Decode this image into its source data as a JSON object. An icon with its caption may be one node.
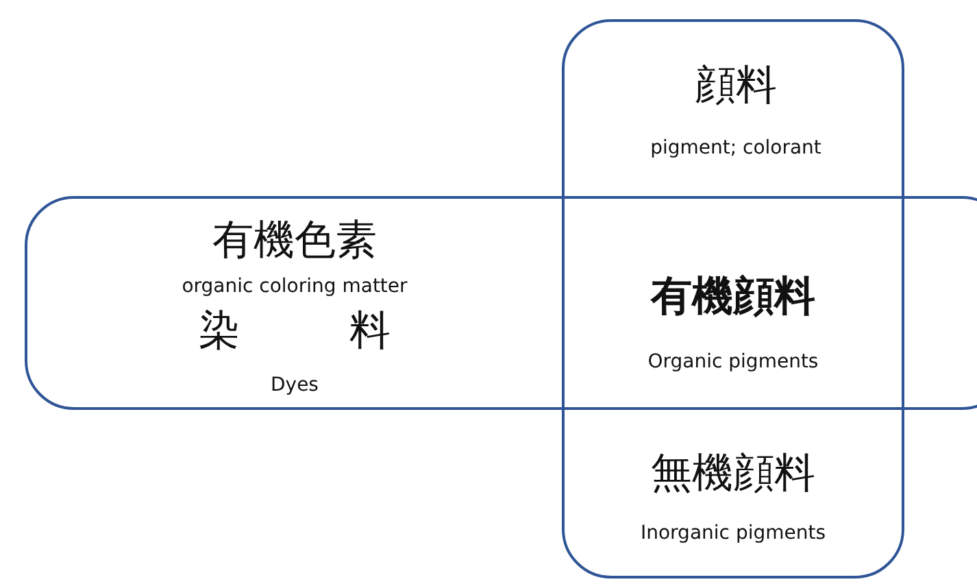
{
  "diagram": {
    "nodes": [
      {
        "text": [
          "顔料",
          "pigment; colorant"
        ]
      },
      {
        "text": [
          "有機色素",
          "organic coloring matter",
          "染料",
          "Dyes"
        ]
      }
    ],
    "labels": [
      "有機顔料",
      "Organic pigments",
      "無機顔料",
      "Inorganic pigments"
    ]
  }
}
